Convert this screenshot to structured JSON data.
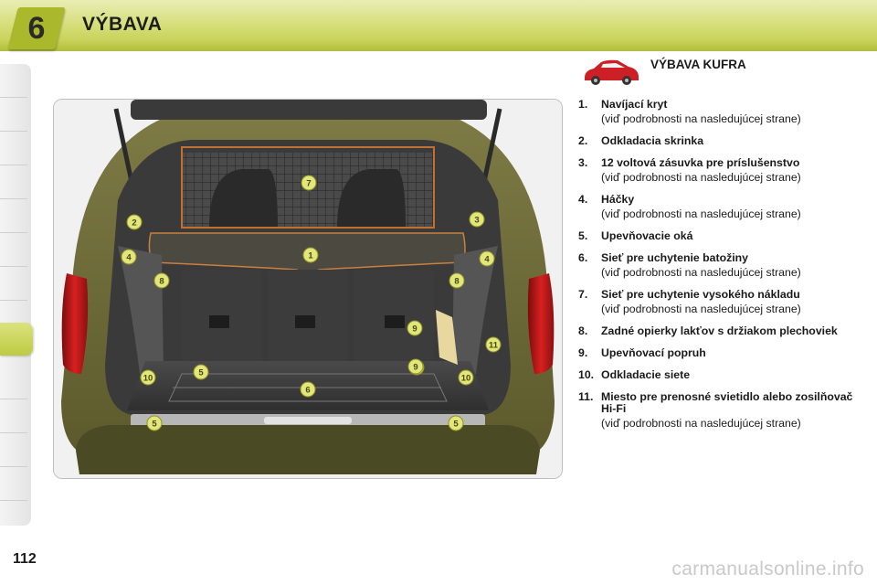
{
  "header": {
    "chapter_number": "6",
    "title": "VÝBAVA"
  },
  "section": {
    "title": "VÝBAVA KUFRA",
    "icon": "car-icon"
  },
  "items": [
    {
      "number": "1.",
      "label": "Navíjací kryt",
      "note": "(viď podrobnosti na nasledujúcej strane)"
    },
    {
      "number": "2.",
      "label": "Odkladacia skrinka",
      "note": ""
    },
    {
      "number": "3.",
      "label": "12 voltová zásuvka pre príslušenstvo",
      "note": "(viď podrobnosti na nasledujúcej strane)"
    },
    {
      "number": "4.",
      "label": "Háčky",
      "note": "(viď podrobnosti na nasledujúcej strane)"
    },
    {
      "number": "5.",
      "label": "Upevňovacie oká",
      "note": ""
    },
    {
      "number": "6.",
      "label": "Sieť pre uchytenie batožiny",
      "note": "(viď podrobnosti na nasledujúcej strane)"
    },
    {
      "number": "7.",
      "label": "Sieť pre uchytenie vysokého nákladu",
      "note": "(viď podrobnosti na nasledujúcej strane)"
    },
    {
      "number": "8.",
      "label": "Zadné opierky lakťov s držiakom plechoviek",
      "note": ""
    },
    {
      "number": "9.",
      "label": "Upevňovací popruh",
      "note": ""
    },
    {
      "number": "10.",
      "label": "Odkladacie siete",
      "note": ""
    },
    {
      "number": "11.",
      "label": "Miesto pre prenosné svietidlo alebo zosilňovač Hi-Fi",
      "note": "(viď podrobnosti na nasledujúcej strane)"
    }
  ],
  "photo": {
    "markers": [
      {
        "label": "1"
      },
      {
        "label": "2"
      },
      {
        "label": "3"
      },
      {
        "label": "4"
      },
      {
        "label": "4"
      },
      {
        "label": "5"
      },
      {
        "label": "5"
      },
      {
        "label": "5"
      },
      {
        "label": "5"
      },
      {
        "label": "6"
      },
      {
        "label": "7"
      },
      {
        "label": "8"
      },
      {
        "label": "8"
      },
      {
        "label": "9"
      },
      {
        "label": "9"
      },
      {
        "label": "10"
      },
      {
        "label": "10"
      },
      {
        "label": "11"
      }
    ]
  },
  "footer": {
    "page_number": "112",
    "watermark": "carmanualsonline.info"
  },
  "colors": {
    "accent": "#c3cf4c",
    "marker": "#e3e67a",
    "marker_text": "#444a10"
  }
}
